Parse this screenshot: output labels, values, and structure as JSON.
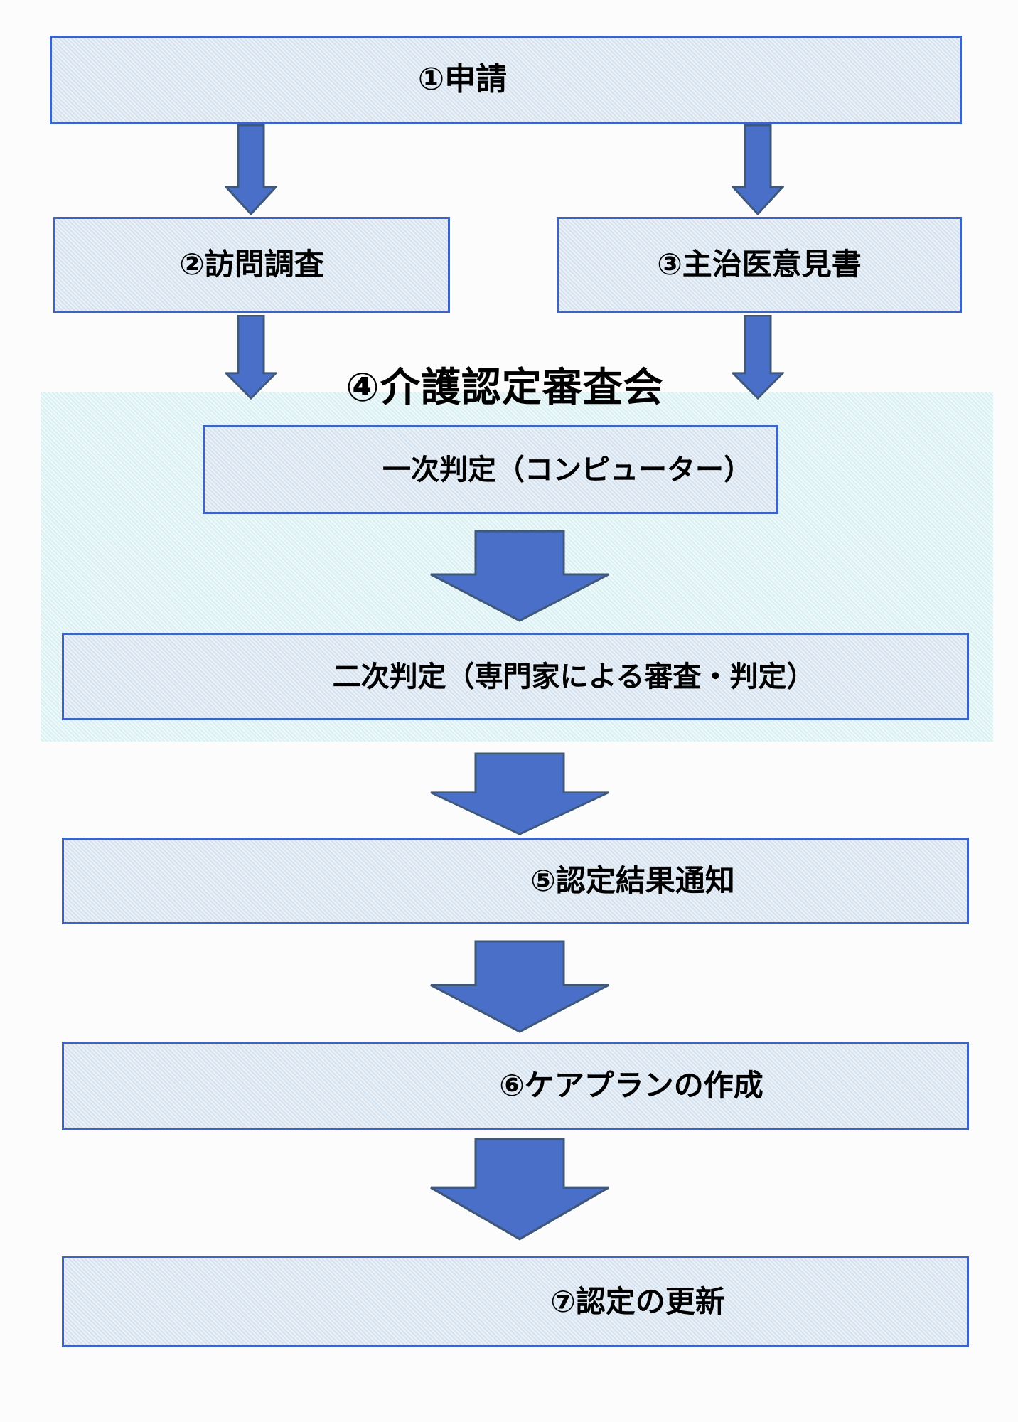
{
  "diagram": {
    "committee_title": "④介護認定審査会",
    "steps": {
      "step1": {
        "label": "①申請"
      },
      "step2": {
        "label": "②訪問調査"
      },
      "step3": {
        "label": "③主治医意見書"
      },
      "primary": {
        "label": "一次判定（コンピューター）"
      },
      "secondary": {
        "label": "二次判定（専門家による審査・判定）"
      },
      "step5": {
        "label": "⑤認定結果通知"
      },
      "step6": {
        "label": "⑥ケアプランの作成"
      },
      "step7": {
        "label": "⑦認定の更新"
      }
    },
    "arrows": [
      {
        "from": "step1",
        "to": "step2"
      },
      {
        "from": "step1",
        "to": "step3"
      },
      {
        "from": "step2",
        "to": "committee"
      },
      {
        "from": "step3",
        "to": "committee"
      },
      {
        "from": "primary",
        "to": "secondary"
      },
      {
        "from": "secondary",
        "to": "step5"
      },
      {
        "from": "step5",
        "to": "step6"
      },
      {
        "from": "step6",
        "to": "step7"
      }
    ],
    "colors": {
      "box_border": "#3d64c4",
      "box_fill": "#dce6f1",
      "committee_container_fill": "#e2f3f5",
      "arrow_fill": "#4a6fc8",
      "arrow_outline": "#3f5878",
      "text": "#000000",
      "background": "#fcfcfc"
    }
  }
}
